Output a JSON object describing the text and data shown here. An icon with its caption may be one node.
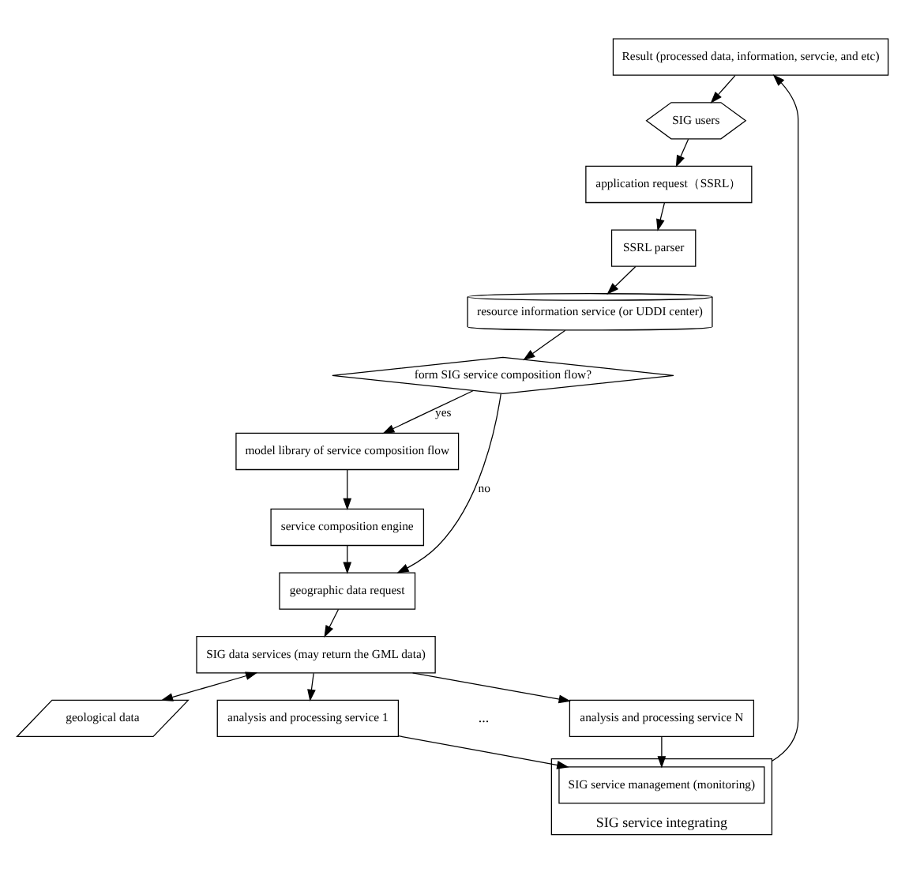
{
  "diagram": {
    "nodes": [
      {
        "text": [
          "SIG users"
        ]
      },
      {
        "text": [
          "application request（SSRL）"
        ]
      },
      {
        "text": [
          "SSRL parser"
        ]
      },
      {
        "text": [
          "resource information service (or UDDI center)"
        ]
      },
      {
        "text": [
          "form SIG service composition flow?"
        ]
      },
      {
        "text": [
          "model library of service composition flow"
        ]
      },
      {
        "text": [
          "service composition engine"
        ]
      },
      {
        "text": [
          "geographic data request"
        ]
      },
      {
        "text": [
          "SIG data services (may return the GML data)"
        ]
      },
      {
        "text": [
          "geological data"
        ]
      },
      {
        "text": [
          "Result (processed data, information, servcie, and etc)"
        ]
      },
      {
        "text": [
          "SIG service integrating"
        ]
      },
      {
        "text": [
          "SIG service management (monitoring)"
        ],
        "in": 11
      },
      {
        "text": [
          "analysis and processing service 1"
        ]
      },
      {
        "text": [
          "analysis and processing service N"
        ]
      }
    ],
    "edges": [
      {
        "from": 0,
        "to": 1,
        "arrow": "to"
      },
      {
        "from": 1,
        "to": 2,
        "arrow": "to"
      },
      {
        "from": 2,
        "to": 3,
        "arrow": "to"
      },
      {
        "from": 3,
        "to": 4,
        "arrow": "to"
      },
      {
        "from": 4,
        "to": 5,
        "arrow": "to",
        "label": "yes"
      },
      {
        "from": 4,
        "to": 7,
        "arrow": "to",
        "label": "no"
      },
      {
        "from": 5,
        "to": 6,
        "arrow": "to"
      },
      {
        "from": 6,
        "to": 7,
        "arrow": "to"
      },
      {
        "from": 7,
        "to": 8,
        "arrow": "to"
      },
      {
        "from": 8,
        "to": 9,
        "arrow": "both"
      },
      {
        "from": 8,
        "to": 13,
        "arrow": "to"
      },
      {
        "from": 8,
        "to": 14,
        "arrow": "to"
      },
      {
        "from": 13,
        "to": 12,
        "arrow": "to"
      },
      {
        "from": 14,
        "to": 12,
        "arrow": "to"
      },
      {
        "from": 11,
        "to": 10,
        "arrow": "to"
      },
      {
        "from": 10,
        "to": 0,
        "arrow": "to"
      }
    ],
    "labels": [
      "..."
    ]
  }
}
